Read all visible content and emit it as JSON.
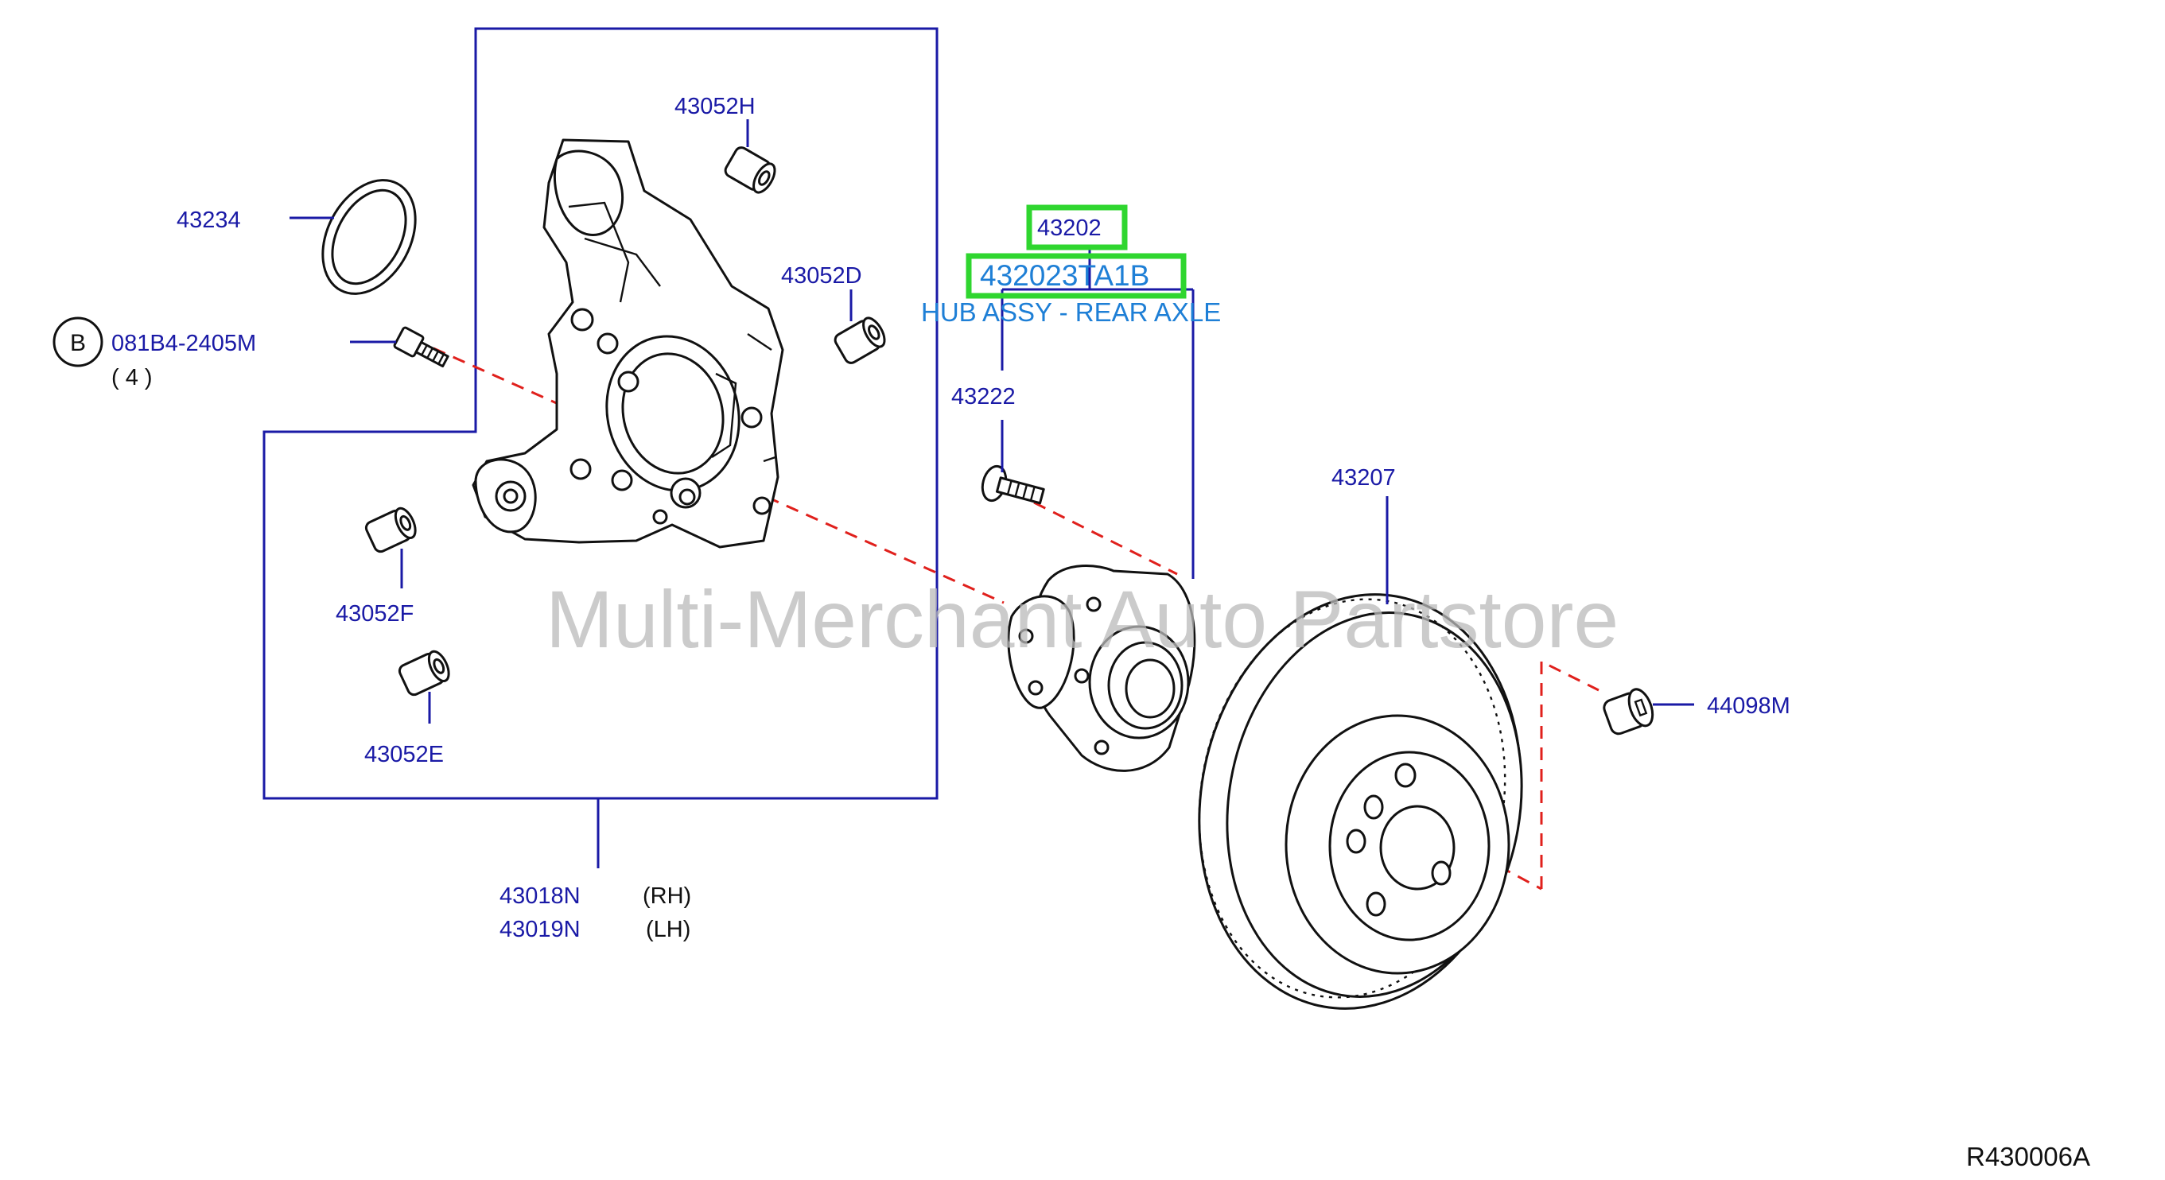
{
  "labels": {
    "p43052H": "43052H",
    "p43234": "43234",
    "p43052D": "43052D",
    "bolt_code": "081B4-2405M",
    "bolt_qty": "( 4 )",
    "callout_B": "B",
    "p43052F": "43052F",
    "p43052E": "43052E",
    "p43018N": "43018N",
    "rh": "(RH)",
    "p43019N": "43019N",
    "lh": "(LH)",
    "p43202": "43202",
    "p432023TA1B": "432023TA1B",
    "hub_desc": "HUB ASSY - REAR AXLE",
    "p43222": "43222",
    "p43207": "43207",
    "p44098M": "44098M",
    "diagram_code": "R430006A"
  },
  "watermark": "Multi-Merchant Auto Partstore",
  "colors": {
    "label": "#1a1aa6",
    "highlight_text": "#1e7fd6",
    "highlight_box": "#2fd62f",
    "dashed_axis": "#e0201c",
    "watermark": "#b9b9b9"
  }
}
